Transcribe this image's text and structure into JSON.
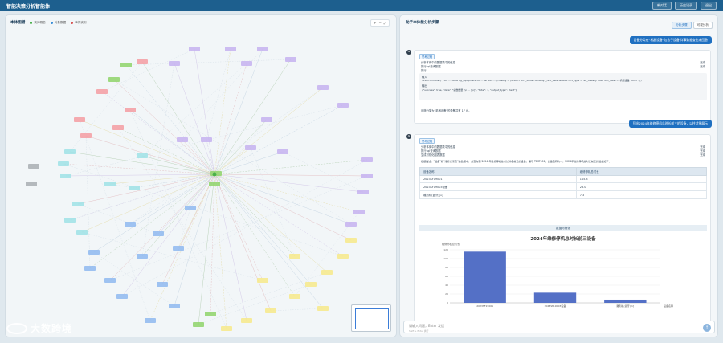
{
  "app": {
    "title": "智能决策分析智能体"
  },
  "topbar": {
    "buttons": [
      "新对话",
      "历史记录",
      "退出"
    ]
  },
  "graph_panel": {
    "title": "本体图谱",
    "legend": [
      {
        "label": "实体概念",
        "color": "#49b04a"
      },
      {
        "label": "对象数据",
        "color": "#3b8fd8"
      },
      {
        "label": "事件实例",
        "color": "#d85656"
      }
    ],
    "colors": {
      "green": "#8fd36a",
      "blue": "#8fb9f0",
      "red": "#f59ca2",
      "purple": "#c5b2f0",
      "yellow": "#f7e98a",
      "cyan": "#9fe2e6",
      "gray": "#a9aeb3"
    }
  },
  "chat_panel": {
    "title": "助手本体能分析步骤",
    "tabs": [
      {
        "label": "分析步骤",
        "active": true
      },
      {
        "label": "可视分析",
        "active": false
      }
    ],
    "messages": [
      {
        "role": "user",
        "text": "设备分类在“机器设备”包含子设备 详事数据查出来回答"
      },
      {
        "role": "assistant",
        "tag": "思考过程",
        "lines": [
          "分析本体中的数据表中的信息",
          "执行sql查询数据",
          "执行"
        ],
        "right_lines": [
          "完成",
          "完成"
        ],
        "code_label": "输入",
        "code_lines": [
          "SELECT COUNT(*) AS ... FROM eg_equipment AS ... WHERE ... (classify = (SELECT dict_value FROM sys_dict_data WHERE dict_type = 'eq_classify' AND dict_label = '机器设备' LIMIT 1))",
          "输出",
          "{\"success\": true, \"data\": \"总数数量 [\\n  ... ]\\n]\", \"total\": 1, \"output_type\": \"text\"}"
        ],
        "summary": "设施分类为“机器设备”的设备共有 17 台。"
      },
      {
        "role": "user",
        "text": "列出2024年维修停机总时长前三的设备，以柱状图展示"
      },
      {
        "role": "assistant",
        "tag": "思考过程",
        "lines": [
          "分析本体中的数据表中的信息",
          "执行sql查询数据",
          "生成可视化图表数据"
        ],
        "right_lines": [
          "完成",
          "完成",
          "完成"
        ],
        "summary": "根据描述，“设备”和“维修记录表”的数据中，共查询到 2024 年维修停机总时长排名前三的设备，编号 TEST001，设备名称为...，2024年维修停机总时长前三的设备如下："
      }
    ],
    "table": {
      "headers": [
        "设备名称",
        "维修停机总时长"
      ],
      "rows": [
        [
          "2023SF19001",
          "115.8"
        ],
        [
          "2023SF19003设备",
          "23.0"
        ],
        [
          "雕刻机(蓝牙)[1]",
          "7.3"
        ]
      ]
    },
    "viz_label": "数据可视化",
    "input": {
      "placeholder": "请输入问题，Enter 发送",
      "hint": "Shift + Enter 换行",
      "send_icon": "arrow-up-icon"
    }
  },
  "chart_data": {
    "type": "bar",
    "title": "2024年维修停机总时长前三设备",
    "ylabel": "维修停机总时长",
    "xlabel": "设备名称",
    "categories": [
      "2023SF19001",
      "2023SF19003设备",
      "雕刻机(蓝牙)[1]"
    ],
    "values": [
      115.8,
      23.0,
      7.3
    ],
    "ylim": [
      0,
      120
    ],
    "yticks": [
      0,
      20,
      40,
      60,
      80,
      100,
      120
    ],
    "bar_color": "#5470c6",
    "grid": true
  },
  "watermark": {
    "text": "大数跨境"
  }
}
